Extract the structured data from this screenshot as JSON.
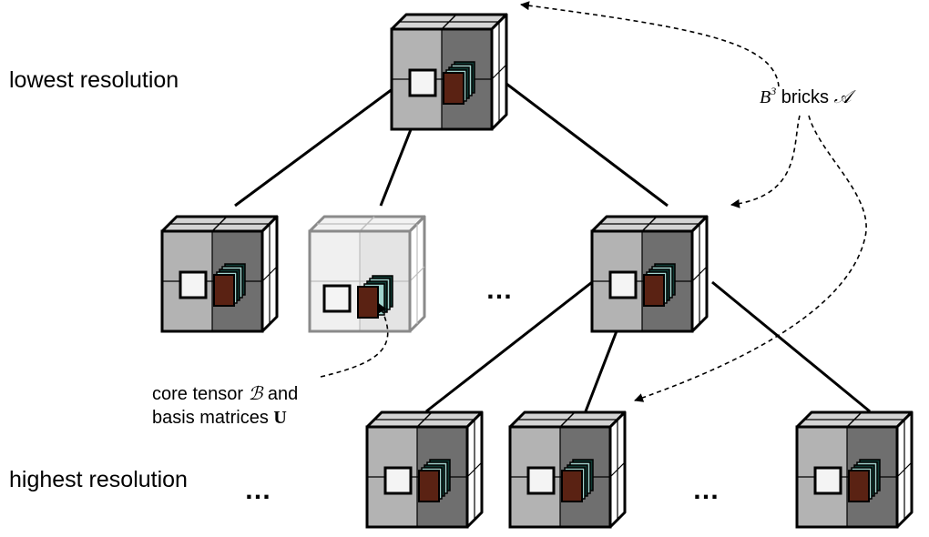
{
  "levels": {
    "top": "lowest resolution",
    "bottom": "highest resolution"
  },
  "annotations": {
    "bricks": {
      "pre": "B",
      "sup": "3",
      "mid": " bricks ",
      "symbol": "𝒜"
    },
    "core": {
      "line1_text": "core tensor ",
      "line1_symbol": "ℬ",
      "line1_post": " and",
      "line2_text": "basis matrices ",
      "line2_symbol": "U"
    }
  },
  "ellipsis": "…",
  "colors": {
    "front_left": "#b3b3b3",
    "front_right": "#6f6f6f",
    "top_face": "#d4d4d4",
    "side_face": "#ffffff",
    "core_box": "#5a2213",
    "basis_plate": "#9fd3cc",
    "basis_plate_dark": "#0f3a33",
    "faded_stroke": "#8a8a8a"
  }
}
